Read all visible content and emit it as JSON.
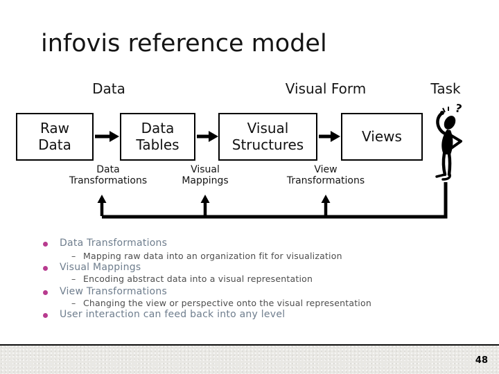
{
  "slide": {
    "title": "infovis reference model",
    "page_number": "48"
  },
  "diagram": {
    "stage_headers": [
      {
        "label": "Data"
      },
      {
        "label": "Visual Form"
      },
      {
        "label": "Task"
      }
    ],
    "boxes": [
      {
        "line1": "Raw",
        "line2": "Data"
      },
      {
        "line1": "Data",
        "line2": "Tables"
      },
      {
        "line1": "Visual",
        "line2": "Structures"
      },
      {
        "line1": "Views",
        "line2": ""
      }
    ],
    "transforms": [
      {
        "line1": "Data",
        "line2": "Transformations"
      },
      {
        "line1": "Visual",
        "line2": "Mappings"
      },
      {
        "line1": "View",
        "line2": "Transformations"
      }
    ],
    "question_mark": "?"
  },
  "bullets": {
    "dash": "–",
    "items": [
      {
        "label": "Data Transformations",
        "sub": "Mapping raw data into an organization fit for visualization"
      },
      {
        "label": "Visual Mappings",
        "sub": "Encoding abstract data into a visual representation"
      },
      {
        "label": "View Transformations",
        "sub": "Changing the view or perspective onto the visual representation"
      },
      {
        "label": "User interaction can feed back into any level"
      }
    ]
  },
  "colors": {
    "bullet_dot": "#b83b8f",
    "bullet_text": "#6e7d8d",
    "sub_text": "#4c4c4c",
    "footer_bg": "#e9e8e4",
    "ink": "#000000"
  }
}
